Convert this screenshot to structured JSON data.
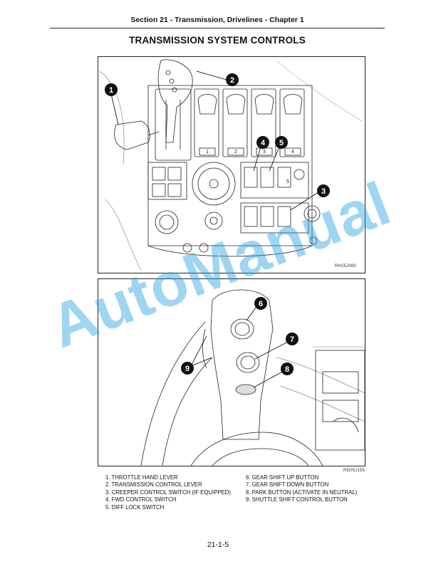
{
  "header": {
    "section_title": "Section 21 - Transmission, Drivelines - Chapter 1"
  },
  "page_title": "TRANSMISSION SYSTEM CONTROLS",
  "figures": [
    {
      "code": "RH25J060",
      "callouts": [
        "1",
        "2",
        "3",
        "4",
        "5"
      ],
      "panel_labels": {
        "gear_1": "1",
        "gear_2": "2",
        "gear_3": "3",
        "gear_4": "4",
        "creeper_5": "5"
      }
    },
    {
      "code": "RD05J155",
      "callouts": [
        "6",
        "7",
        "8",
        "9"
      ]
    }
  ],
  "legend": {
    "left": [
      "1. THROTTLE HAND LEVER",
      "2. TRANSMISSION CONTROL LEVER",
      "3. CREEPER CONTROL SWITCH (IF EQUIPPED)",
      "4. FWD CONTROL SWITCH",
      "5. DIFF LOCK SWITCH"
    ],
    "right": [
      "6. GEAR SHIFT UP BUTTON",
      "7. GEAR SHIFT DOWN BUTTON",
      "8. PARK BUTTON (ACTIVATE IN NEUTRAL)",
      "9. SHUTTLE SHIFT CONTROL BUTTON"
    ]
  },
  "page_number": "21-1-5",
  "watermark": "AutoManual",
  "colors": {
    "watermark": "#2aa3e0",
    "callout_fill": "#111111",
    "line": "#222222"
  }
}
